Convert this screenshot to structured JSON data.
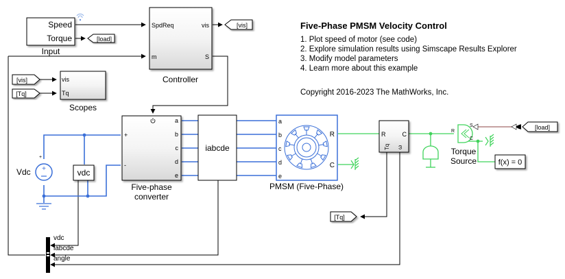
{
  "annotation": {
    "title": "Five-Phase PMSM Velocity Control",
    "items": [
      "1. Plot speed of motor (see code)",
      "2. Explore simulation results using Simscape Results Explorer",
      "3. Modify model parameters",
      "4. Learn more about this example"
    ],
    "copyright": "Copyright 2016-2023 The MathWorks, Inc."
  },
  "blocks": {
    "input": {
      "label": "Input",
      "ports": [
        "Speed",
        "Torque"
      ]
    },
    "controller": {
      "label": "Controller",
      "inports": [
        "SpdReq",
        "m"
      ],
      "outports": [
        "vis",
        "S"
      ]
    },
    "scopes": {
      "label": "Scopes",
      "ports": [
        "vis",
        "Tq"
      ]
    },
    "converter": {
      "label_line1": "Five-phase",
      "label_line2": "converter",
      "ports": [
        "a",
        "b",
        "c",
        "d",
        "e"
      ],
      "plus": "+",
      "minus": "-"
    },
    "iabcde": {
      "label": "iabcde"
    },
    "pmsm": {
      "label": "PMSM (Five-Phase)",
      "ports_left": [
        "a",
        "b",
        "c",
        "d",
        "e"
      ],
      "ports_right": [
        "R",
        "C"
      ]
    },
    "sensor": {
      "ports": [
        "R",
        "C",
        "Tq",
        "ω"
      ]
    },
    "torque_source": {
      "label_line1": "Torque",
      "label_line2": "Source",
      "ports": [
        "S",
        "R",
        "C"
      ]
    },
    "vdc_source": {
      "label": "Vdc",
      "plus": "+",
      "minus": "-"
    },
    "vdc_sensor": {
      "label": "vdc"
    },
    "solver": {
      "label": "f(x) = 0"
    },
    "mux": {
      "signals": [
        "vdc",
        "iabcde",
        "angle"
      ]
    }
  },
  "tags": {
    "goto_vis": "[vis]",
    "goto_load": "[load]",
    "from_vis": "[vis]",
    "from_tq": "[Tq]",
    "goto_tq": "[Tq]",
    "from_load": "[load]"
  },
  "colors": {
    "electrical": "#3a6fd8",
    "mechanical": "#3fd35a",
    "physical_signal": "#a56a6a"
  }
}
